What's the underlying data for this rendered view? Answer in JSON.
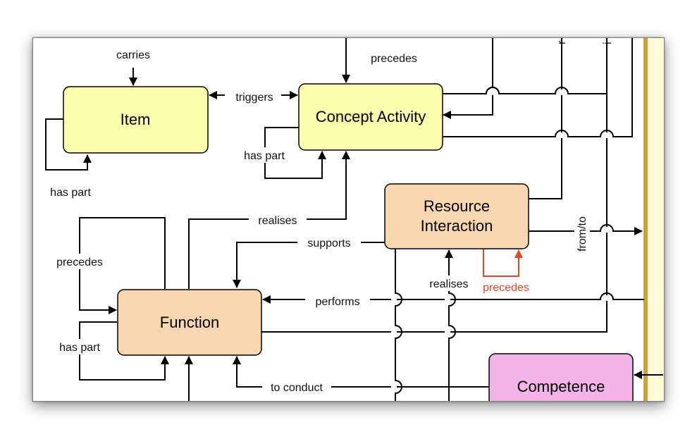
{
  "colors": {
    "yellow_node": "#fdfdae",
    "orange_node": "#f8d7b0",
    "pink_node": "#f2b3e6",
    "side_bar": "#c9a23a",
    "side_bg": "#fffbd8",
    "accent_red": "#e0452a"
  },
  "nodes": {
    "item": "Item",
    "concept_activity": "Concept Activity",
    "resource_interaction_l1": "Resource",
    "resource_interaction_l2": "Interaction",
    "function": "Function",
    "competence": "Competence"
  },
  "edges": {
    "carries": "carries",
    "triggers": "triggers",
    "item_has_part": "has part",
    "ca_precedes": "precedes",
    "ca_has_part": "has part",
    "realises_top": "realises",
    "supports": "supports",
    "fn_precedes": "precedes",
    "fn_has_part": "has part",
    "realises_mid": "realises",
    "ri_precedes": "precedes",
    "performs": "performs",
    "from_to": "from/to",
    "to_conduct": "to conduct"
  },
  "cut_off_fragments": {
    "top_fragment_1": "r",
    "top_fragment_2": "i"
  }
}
